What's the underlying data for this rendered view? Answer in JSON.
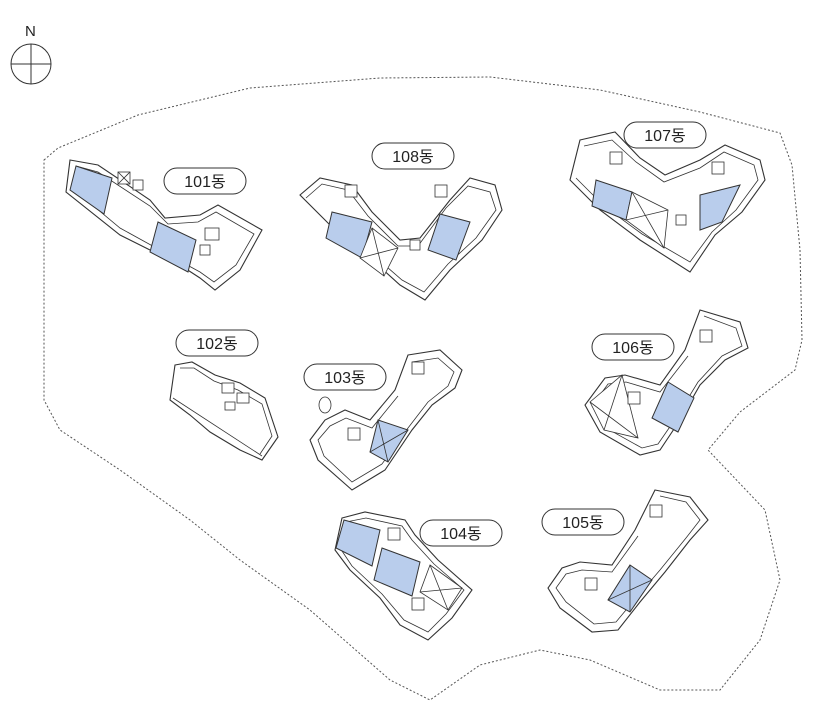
{
  "compass": {
    "label": "N"
  },
  "colors": {
    "unit_fill": "#b9cdec",
    "line": "#333333",
    "site_boundary": "#555555"
  },
  "buildings": [
    {
      "id": "101",
      "label": "101동"
    },
    {
      "id": "102",
      "label": "102동"
    },
    {
      "id": "103",
      "label": "103동"
    },
    {
      "id": "104",
      "label": "104동"
    },
    {
      "id": "105",
      "label": "105동"
    },
    {
      "id": "106",
      "label": "106동"
    },
    {
      "id": "107",
      "label": "107동"
    },
    {
      "id": "108",
      "label": "108동"
    }
  ]
}
